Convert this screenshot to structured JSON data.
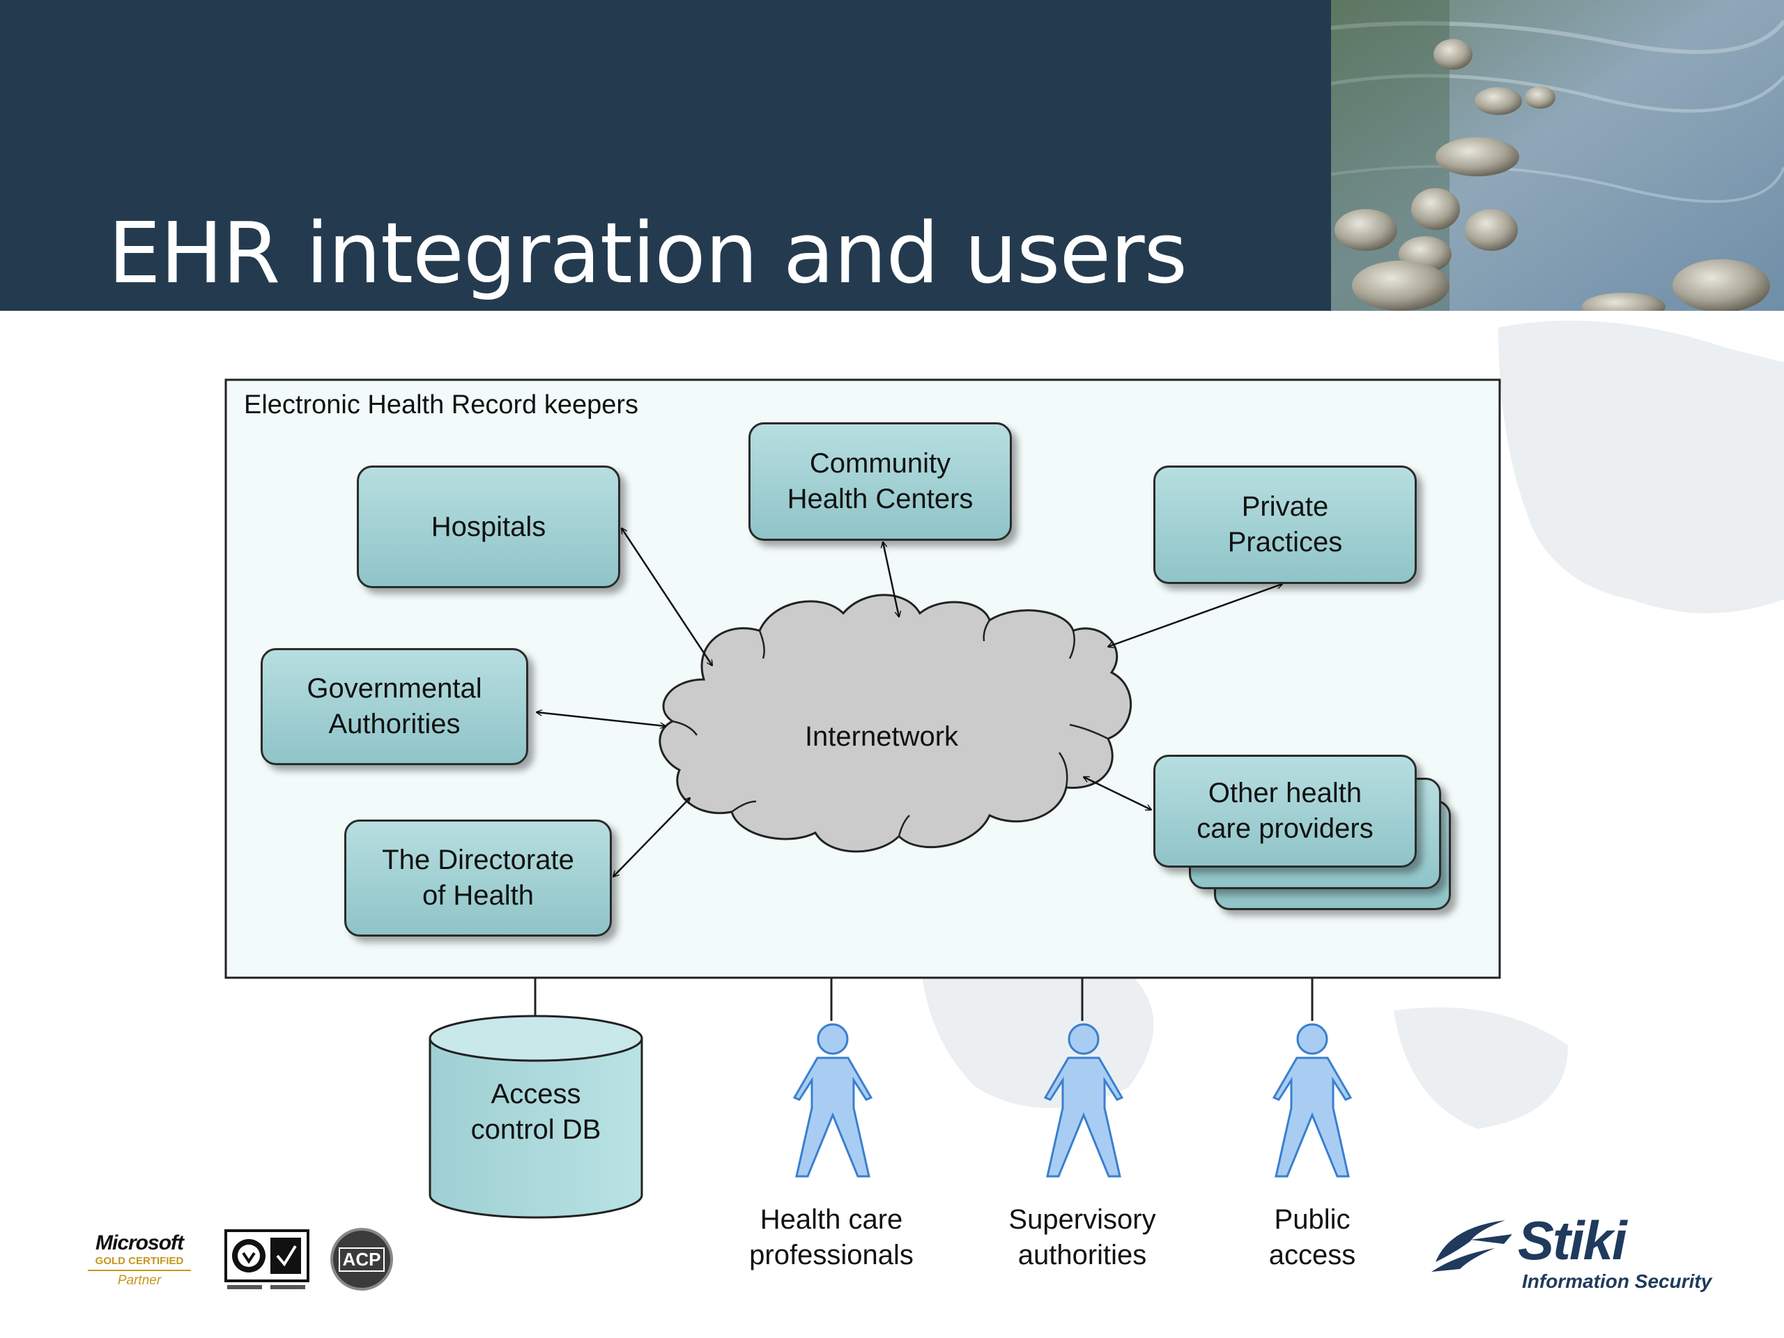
{
  "slide": {
    "title": "EHR integration and users"
  },
  "diagram": {
    "container_label": "Electronic Health Record keepers",
    "network_label": "Internetwork",
    "keepers": {
      "hospitals": "Hospitals",
      "community": "Community\nHealth Centers",
      "private": "Private\nPractices",
      "governmental": "Governmental\nAuthorities",
      "directorate": "The Directorate\nof Health",
      "other": "Other health\ncare providers"
    },
    "database_label": "Access\ncontrol DB",
    "users": {
      "health_care": "Health care\nprofessionals",
      "supervisory": "Supervisory\nauthorities",
      "public": "Public\naccess"
    }
  },
  "footer": {
    "ms_brand": "Microsoft",
    "ms_cert": "GOLD CERTIFIED",
    "ms_partner": "Partner",
    "acp_badge": "ACP",
    "stiki_name": "Stiki",
    "stiki_tagline": "Information Security"
  },
  "colors": {
    "header": "#243b4f",
    "box_fill": "#a5d2d5",
    "cloud_fill": "#cccccc",
    "person_fill": "#a9cdf2",
    "brand_navy": "#1f3a5c"
  }
}
